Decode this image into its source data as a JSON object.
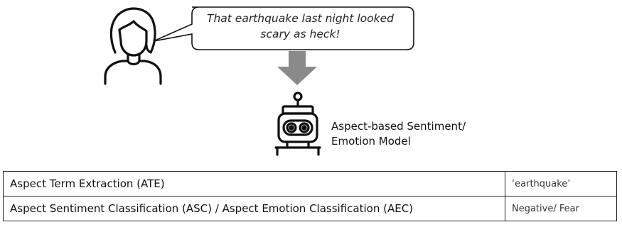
{
  "speech": {
    "text_line1": "That earthquake last night looked",
    "text_line2": "scary as heck!"
  },
  "model": {
    "label_line1": "Aspect-based Sentiment/",
    "label_line2": "Emotion Model"
  },
  "tasks": [
    {
      "name": "Aspect Term Extraction (ATE)",
      "result": "‘earthquake’"
    },
    {
      "name": "Aspect Sentiment Classification (ASC) / Aspect Emotion Classification (AEC)",
      "result": "Negative/ Fear"
    }
  ],
  "icons": {
    "person": "person-icon",
    "bubble": "speech-bubble",
    "arrow": "arrow-down-icon",
    "robot": "robot-icon"
  },
  "colors": {
    "arrow": "#8a8a8a",
    "outline": "#111111"
  }
}
